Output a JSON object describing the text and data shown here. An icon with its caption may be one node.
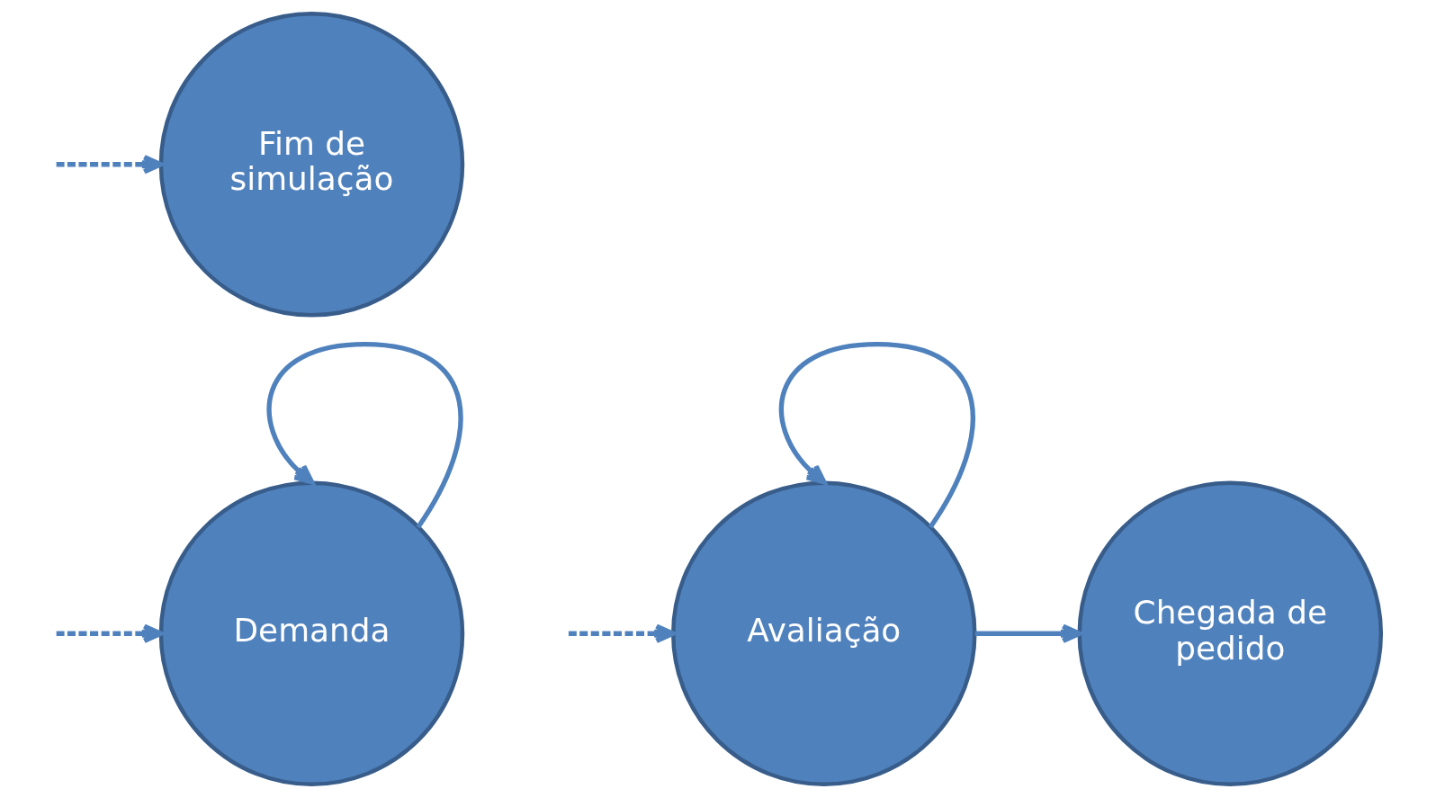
{
  "diagram": {
    "nodes": [
      {
        "text": [
          "Demanda"
        ]
      },
      {
        "text": [
          "Avaliação"
        ]
      },
      {
        "text": [
          "Chegada de pedido"
        ]
      },
      {
        "text": [
          "Fim de simulação"
        ]
      }
    ],
    "edges": [
      {
        "from": 0,
        "to": 0,
        "arrow": "to"
      },
      {
        "from": null,
        "to": 0,
        "arrow": "to",
        "style": "dashed"
      },
      {
        "from": 1,
        "to": 1,
        "arrow": "to"
      },
      {
        "from": null,
        "to": 1,
        "arrow": "to",
        "style": "dashed"
      },
      {
        "from": 1,
        "to": 2,
        "arrow": "to"
      },
      {
        "from": null,
        "to": 3,
        "arrow": "to",
        "style": "dashed"
      }
    ]
  }
}
